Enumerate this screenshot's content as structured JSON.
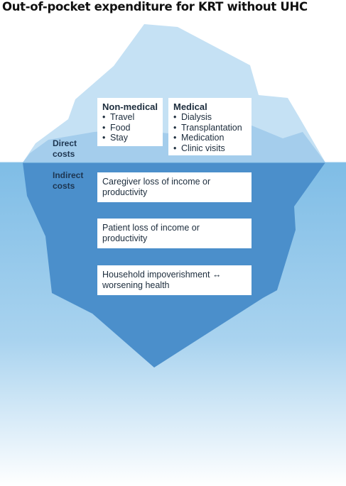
{
  "title": "Out-of-pocket expenditure for KRT without UHC",
  "labels": {
    "direct": [
      "Direct",
      "costs"
    ],
    "indirect": [
      "Indirect",
      "costs"
    ]
  },
  "non_medical": {
    "heading": "Non-medical",
    "items": [
      "Travel",
      "Food",
      "Stay"
    ]
  },
  "medical": {
    "heading": "Medical",
    "items": [
      "Dialysis",
      "Transplantation",
      "Medication",
      "Clinic visits"
    ]
  },
  "indirect_items": [
    [
      "Caregiver loss of income or",
      "productivity"
    ],
    [
      "Patient loss of income or",
      "productivity"
    ],
    [
      "Household impoverishment ↔",
      "worsening health"
    ]
  ],
  "bullet": "•",
  "colors": {
    "sky_top": "#ffffff",
    "water_top": "#7fbde6",
    "water_bottom": "#ffffff",
    "ice_above_light": "#c4e0f4",
    "ice_above_mid": "#a7d0ee",
    "ice_below": "#4a8fcb"
  }
}
